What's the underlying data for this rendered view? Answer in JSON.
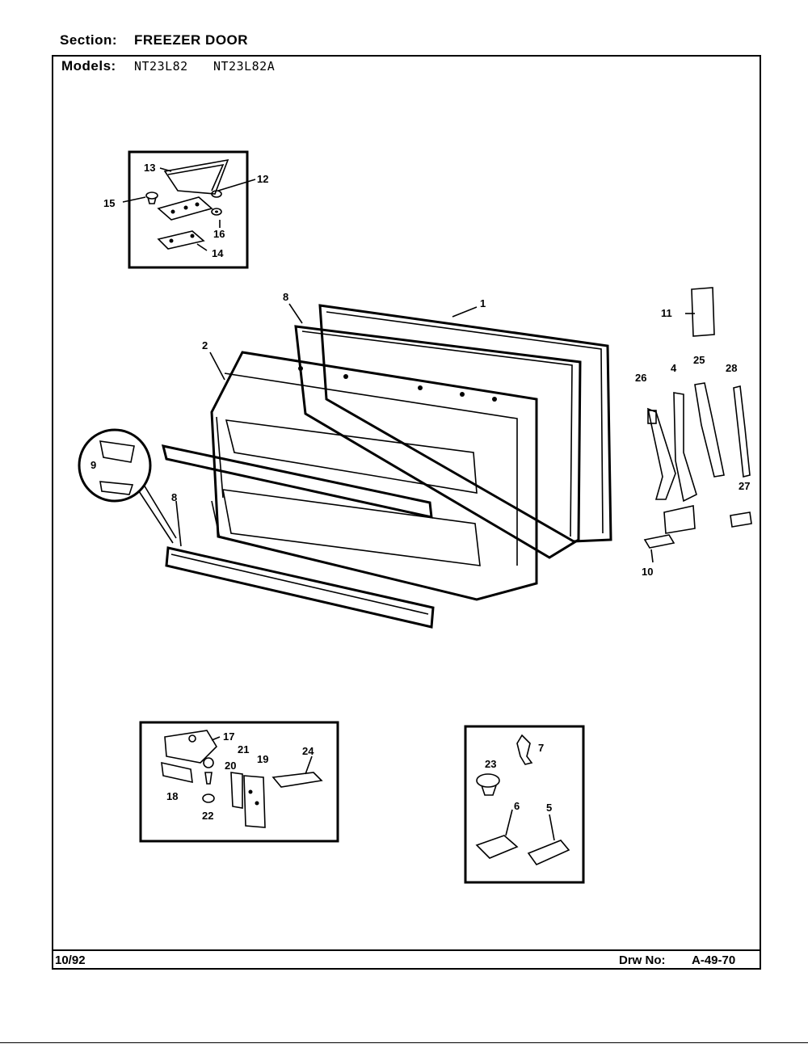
{
  "header": {
    "section_label": "Section:",
    "section_value": "FREEZER DOOR",
    "models_label": "Models:",
    "model_1": "NT23L82",
    "model_2": "NT23L82A"
  },
  "footer": {
    "date": "10/92",
    "drawing_label": "Drw No:",
    "drawing_number": "A-49-70"
  },
  "callouts": {
    "c1": "1",
    "c2": "2",
    "c4": "4",
    "c5": "5",
    "c6": "6",
    "c7": "7",
    "c8a": "8",
    "c8b": "8",
    "c9": "9",
    "c10": "10",
    "c11": "11",
    "c12": "12",
    "c13": "13",
    "c14": "14",
    "c15": "15",
    "c16": "16",
    "c17": "17",
    "c18": "18",
    "c19": "19",
    "c20": "20",
    "c21": "21",
    "c22": "22",
    "c23": "23",
    "c24": "24",
    "c25": "25",
    "c26": "26",
    "c27": "27",
    "c28": "28"
  }
}
